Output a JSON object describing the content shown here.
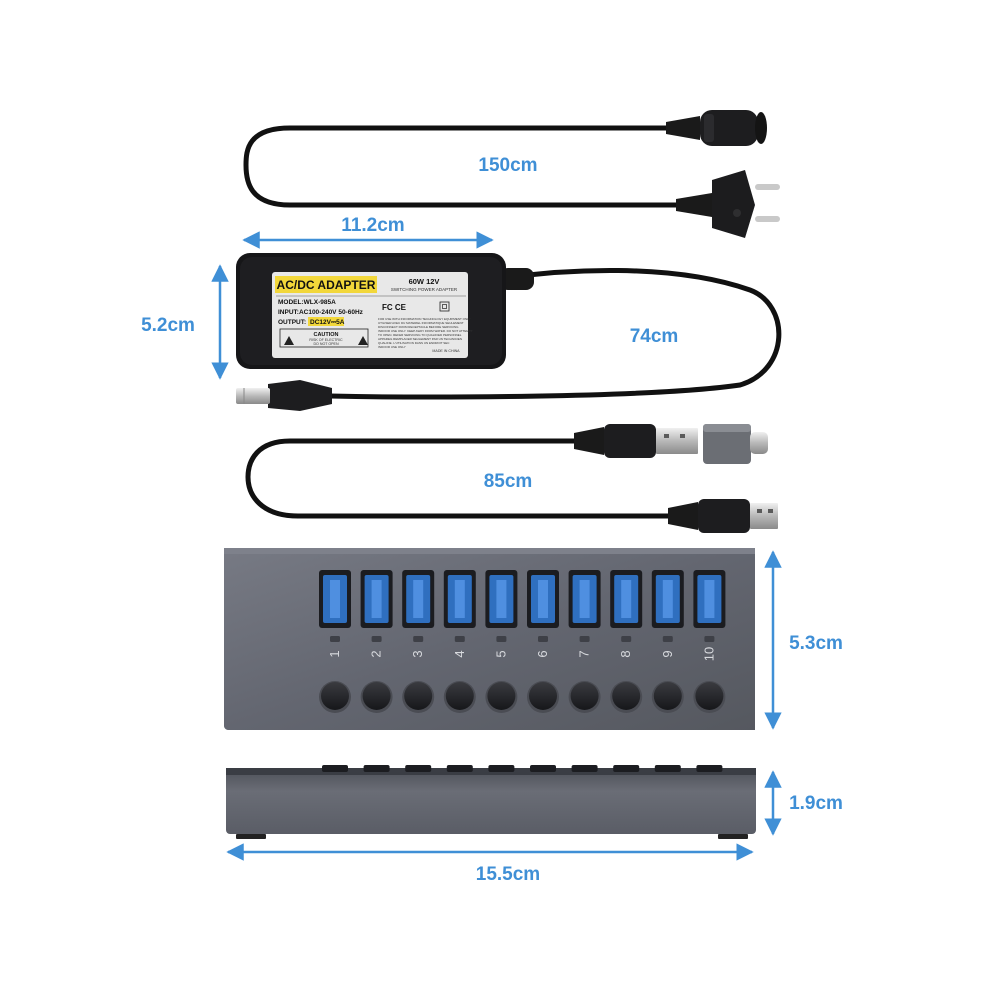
{
  "dimensions": {
    "plug_cable_length": "150cm",
    "adapter_width": "11.2cm",
    "adapter_height": "5.2cm",
    "dc_cable_length": "74cm",
    "usb_cable_length": "85cm",
    "hub_width_front": "5.3cm",
    "hub_height_side": "1.9cm",
    "hub_length": "15.5cm"
  },
  "adapter_label": {
    "title": "AC/DC ADAPTER",
    "power": "60W 12V",
    "subtitle": "SWITCHING POWER ADAPTER",
    "model": "MODEL:WLX-985A",
    "input": "INPUT:AC100-240V 50-60Hz",
    "output_prefix": "OUTPUT:",
    "output_value": "DC12V⎓5A",
    "caution": "CAUTION",
    "caution_sub1": "RISK OF ELECTRIC",
    "caution_sub2": "DO NOT OPEN",
    "marks": "FC CE",
    "made_in": "MADE IN CHINA",
    "fine_print": [
      "FOR USE WITH INFORMATION TECHNOLOGY EQUIPMENT ONLY",
      "UTILISER AVEC DU MATERIEL INFORMATIQUE SEULEMENT",
      "DISCONNECT FROM RECEPTACLE BEFORE SERVICING",
      "INDOOR USE ONLY. KEEP AWAY FROM WATER. DO NOT ATTEMPT",
      "TO OPEN. REFER SERVICING TO QUALIFIED PERSONNEL",
      "APPAREIL REMPLACER SEULEMENT PAR UN TECHNICIEN",
      "QUALIFIE. L'UTILISATION DANS UN ENDROIT SEC",
      "INDOOR USE ONLY"
    ]
  },
  "hub": {
    "port_numbers": [
      "1",
      "2",
      "3",
      "4",
      "5",
      "6",
      "7",
      "8",
      "9",
      "10"
    ],
    "port_color": "#2f6fbf",
    "body_color": "#6b6e78"
  },
  "colors": {
    "dimension_blue": "#3f8fd6",
    "cable_black": "#111111",
    "label_yellow": "#f2d73a"
  }
}
